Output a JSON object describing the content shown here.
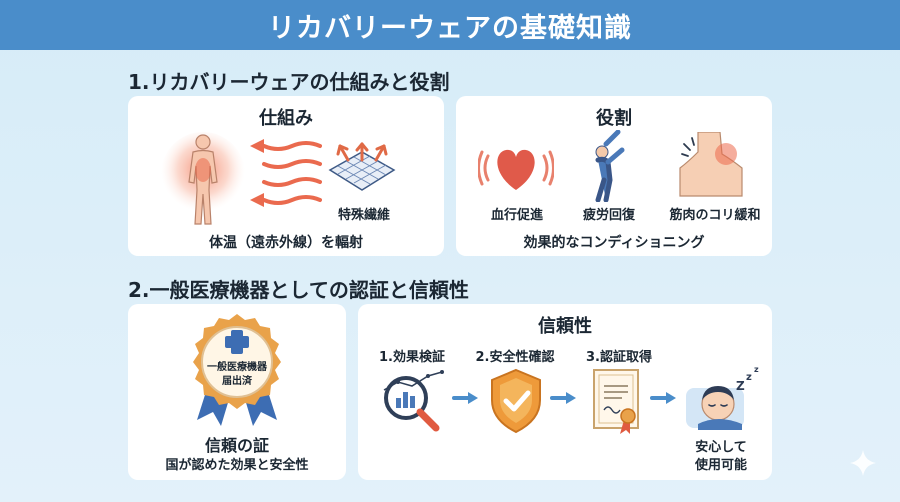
{
  "header": {
    "title": "リカバリーウェアの基礎知識"
  },
  "section1": {
    "title": "1.リカバリーウェアの仕組みと役割",
    "mechanism": {
      "title": "仕組み",
      "fabric_label": "特殊繊維",
      "caption": "体温（遠赤外線）を輻射"
    },
    "role": {
      "title": "役割",
      "items": [
        {
          "label": "血行促進",
          "icon": "heart-icon"
        },
        {
          "label": "疲労回復",
          "icon": "stretching-person-icon"
        },
        {
          "label": "筋肉のコリ緩和",
          "icon": "shoulder-icon"
        }
      ],
      "caption": "効果的なコンディショニング"
    }
  },
  "section2": {
    "title": "2.一般医療機器としての認証と信頼性",
    "badge": {
      "text_line1": "一般医療機器",
      "text_line2": "届出済",
      "title": "信頼の証",
      "caption": "国が認めた効果と安全性"
    },
    "trust": {
      "title": "信頼性",
      "steps": [
        {
          "label": "1.効果検証",
          "icon": "magnifier-chart-icon"
        },
        {
          "label": "2.安全性確認",
          "icon": "shield-check-icon"
        },
        {
          "label": "3.認証取得",
          "icon": "certificate-icon"
        }
      ],
      "result_line1": "安心して",
      "result_line2": "使用可能"
    }
  },
  "colors": {
    "banner": "#4a8dca",
    "accent_red": "#e05a40",
    "accent_blue": "#4a8dca",
    "badge_orange": "#e9a24a"
  }
}
